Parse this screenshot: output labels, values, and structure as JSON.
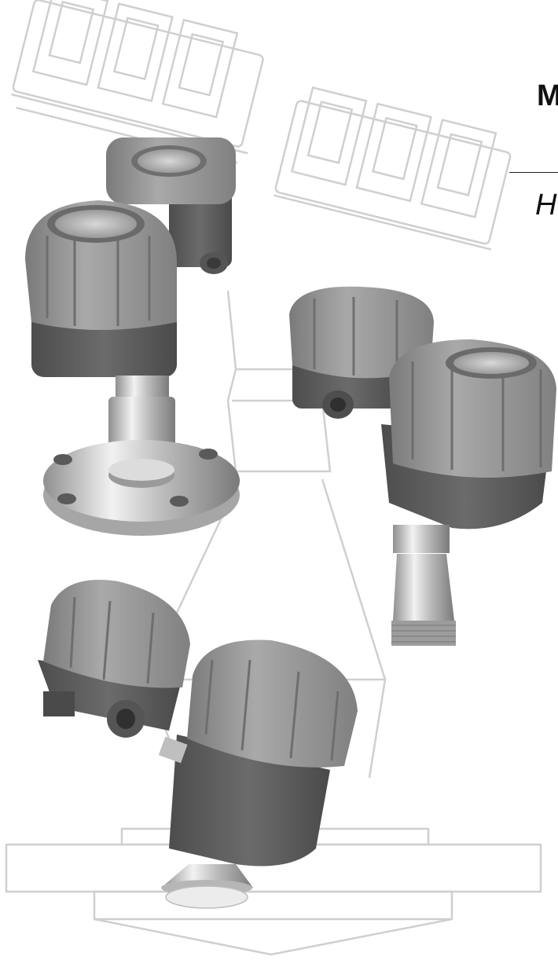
{
  "header": {
    "title": "M",
    "subtitle": "H"
  },
  "colors": {
    "outline_gray": "#cfcfcf",
    "cap_gray": "#8c8c8c",
    "cap_light": "#a8a8a8",
    "housing_dark": "#5e5e5e",
    "steel": "#c9c9c9",
    "text": "#111111"
  },
  "illustrations": [
    {
      "name": "background-line-drawing-tank"
    },
    {
      "name": "transmitter-with-flange"
    },
    {
      "name": "transmitter-with-threaded-probe"
    },
    {
      "name": "transmitter-with-cone-antenna"
    }
  ]
}
